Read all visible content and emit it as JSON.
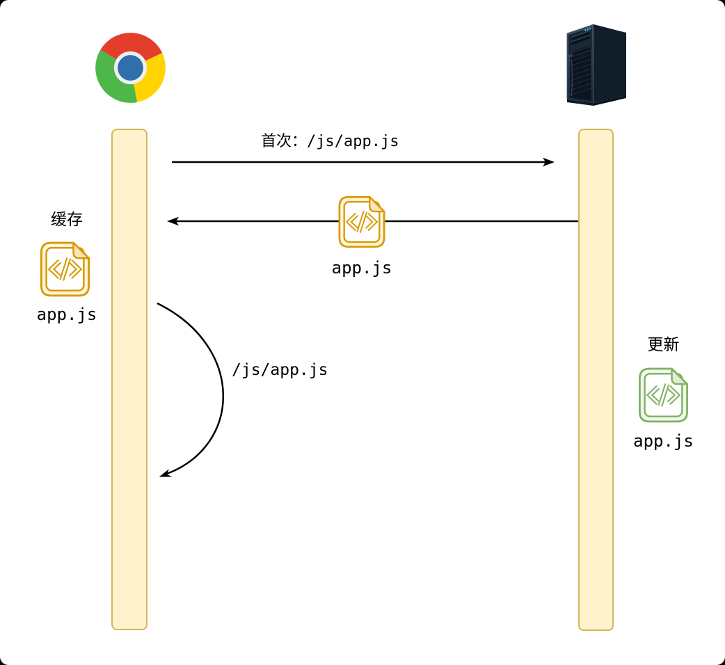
{
  "diagram": {
    "title": "browser-server js caching sequence",
    "actors": {
      "browser": {
        "icon": "chrome-browser-icon"
      },
      "server": {
        "icon": "server-tower-icon"
      }
    },
    "labels": {
      "request_zh": "首次：",
      "request_code": "/js/app.js",
      "response_file": "app.js",
      "cache_title": "缓存",
      "cache_file": "app.js",
      "self_request": "/js/app.js",
      "update_title": "更新",
      "update_file": "app.js"
    },
    "colors": {
      "lifeline_fill": "#FFF2CC",
      "lifeline_stroke": "#D6B656",
      "file_icon_orange": "#D79B00",
      "file_icon_green": "#82B366",
      "arrow": "#000000",
      "chrome_red": "#E33E2C",
      "chrome_green": "#4EB749",
      "chrome_yellow": "#FFD400",
      "chrome_blue": "#2F6FAC"
    }
  }
}
